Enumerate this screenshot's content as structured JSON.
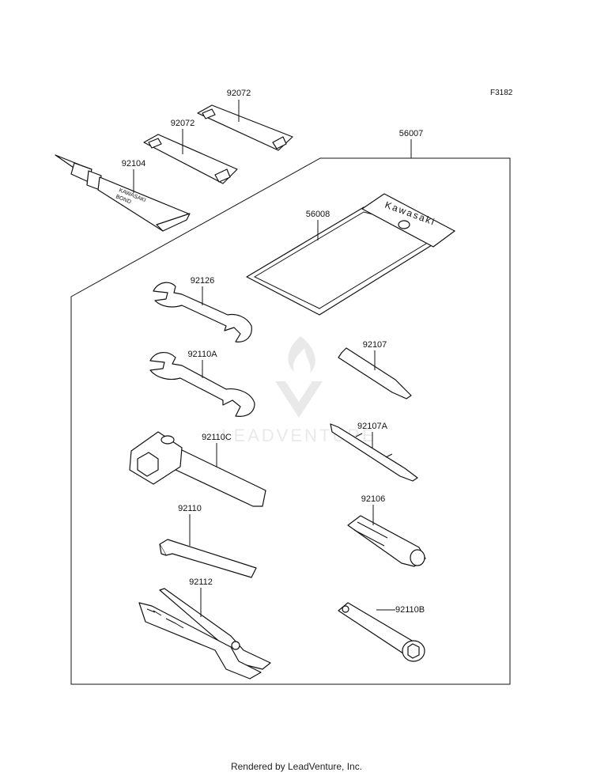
{
  "figure_code": "F3182",
  "watermark": "LEADVENTURE",
  "footer": "Rendered by LeadVenture, Inc.",
  "parts": {
    "p92072_a": "92072",
    "p92072_b": "92072",
    "p92104": "92104",
    "p56007": "56007",
    "p56008": "56008",
    "p92126": "92126",
    "p92110A": "92110A",
    "p92110C": "92110C",
    "p92110": "92110",
    "p92112": "92112",
    "p92107": "92107",
    "p92107A": "92107A",
    "p92106": "92106",
    "p92110B": "92110B"
  },
  "tube_text": {
    "brand": "KAWASAKI",
    "product": "BOND"
  },
  "pouch_text": "Kawasaki"
}
